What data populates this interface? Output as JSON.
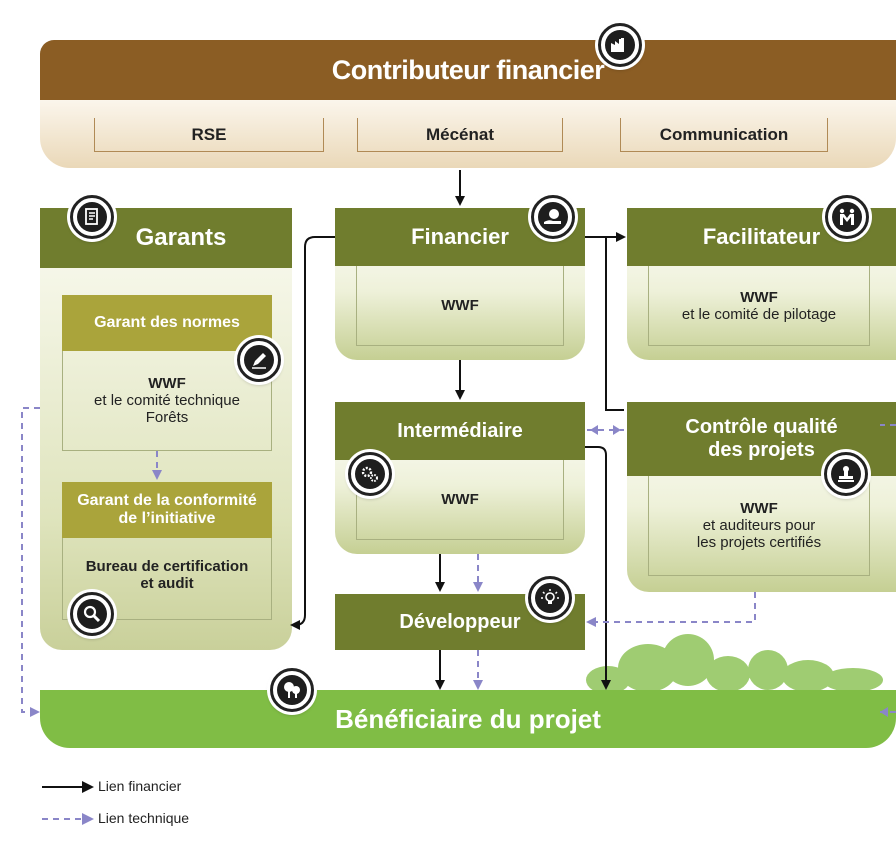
{
  "header": {
    "title": "Contributeur financier",
    "subitems": [
      "RSE",
      "Mécénat",
      "Communication"
    ]
  },
  "garants": {
    "title": "Garants",
    "normes_title": "Garant des normes",
    "normes_line1": "WWF",
    "normes_line2": "et le comité technique",
    "normes_line3": "Forêts",
    "conformite_title_line1": "Garant de la conformité",
    "conformite_title_line2": "de l’initiative",
    "bureau_line1": "Bureau de certification",
    "bureau_line2": "et audit"
  },
  "financier": {
    "title": "Financier",
    "body": "WWF"
  },
  "facilitateur": {
    "title": "Facilitateur",
    "line1": "WWF",
    "line2": "et le comité de pilotage"
  },
  "intermediaire": {
    "title": "Intermédiaire",
    "body": "WWF"
  },
  "controle": {
    "title_line1": "Contrôle qualité",
    "title_line2": "des projets",
    "line1": "WWF",
    "line2": "et auditeurs pour",
    "line3": "les projets certifiés"
  },
  "developpeur": {
    "title": "Développeur"
  },
  "beneficiaire": {
    "title": "Bénéficiaire du projet"
  },
  "legend": {
    "financial": "Lien financier",
    "technical": "Lien technique"
  },
  "colors": {
    "brown": "#8b5d24",
    "olive": "#707d2e",
    "mustard": "#aaa43b",
    "green": "#80bd45",
    "technical_link": "#8a86c8"
  },
  "icons": [
    "factory-icon",
    "document-icon",
    "coin-hand-icon",
    "handshake-icon",
    "pen-icon",
    "gears-icon",
    "stamp-icon",
    "magnifier-icon",
    "lightbulb-icon",
    "trees-icon"
  ]
}
